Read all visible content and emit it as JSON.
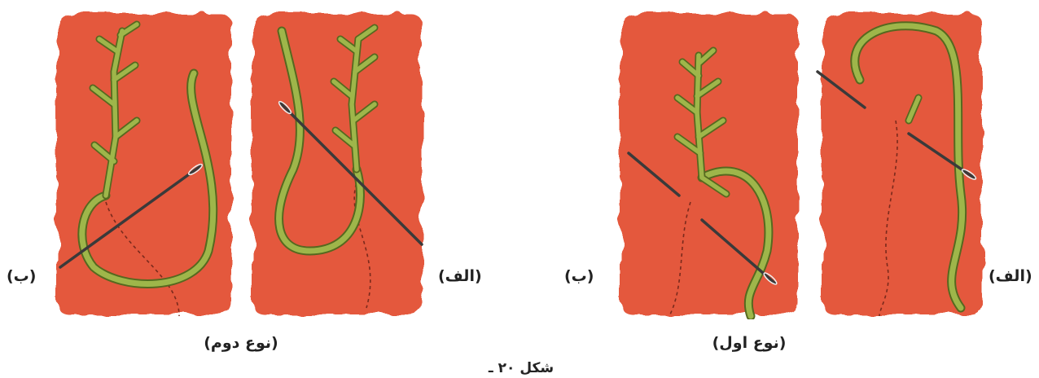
{
  "colors": {
    "fabric": "#e4583c",
    "fabric_dark": "#c7432b",
    "thread": "#9eb64a",
    "thread_outline": "#56691f",
    "needle": "#3a3a3a"
  },
  "groups": [
    {
      "caption": "(نوع دوم)",
      "panels": [
        {
          "label": "(ب)",
          "icon": "feather-stitch-step-b-illustration"
        },
        {
          "label": "(الف)",
          "icon": "feather-stitch-step-a-illustration"
        }
      ]
    },
    {
      "caption": "(نوع اول)",
      "panels": [
        {
          "label": "(ب)",
          "icon": "feather-stitch-step-b-illustration"
        },
        {
          "label": "(الف)",
          "icon": "feather-stitch-step-a-illustration"
        }
      ]
    }
  ],
  "figure_title": "شکل ۲۰ ـ"
}
